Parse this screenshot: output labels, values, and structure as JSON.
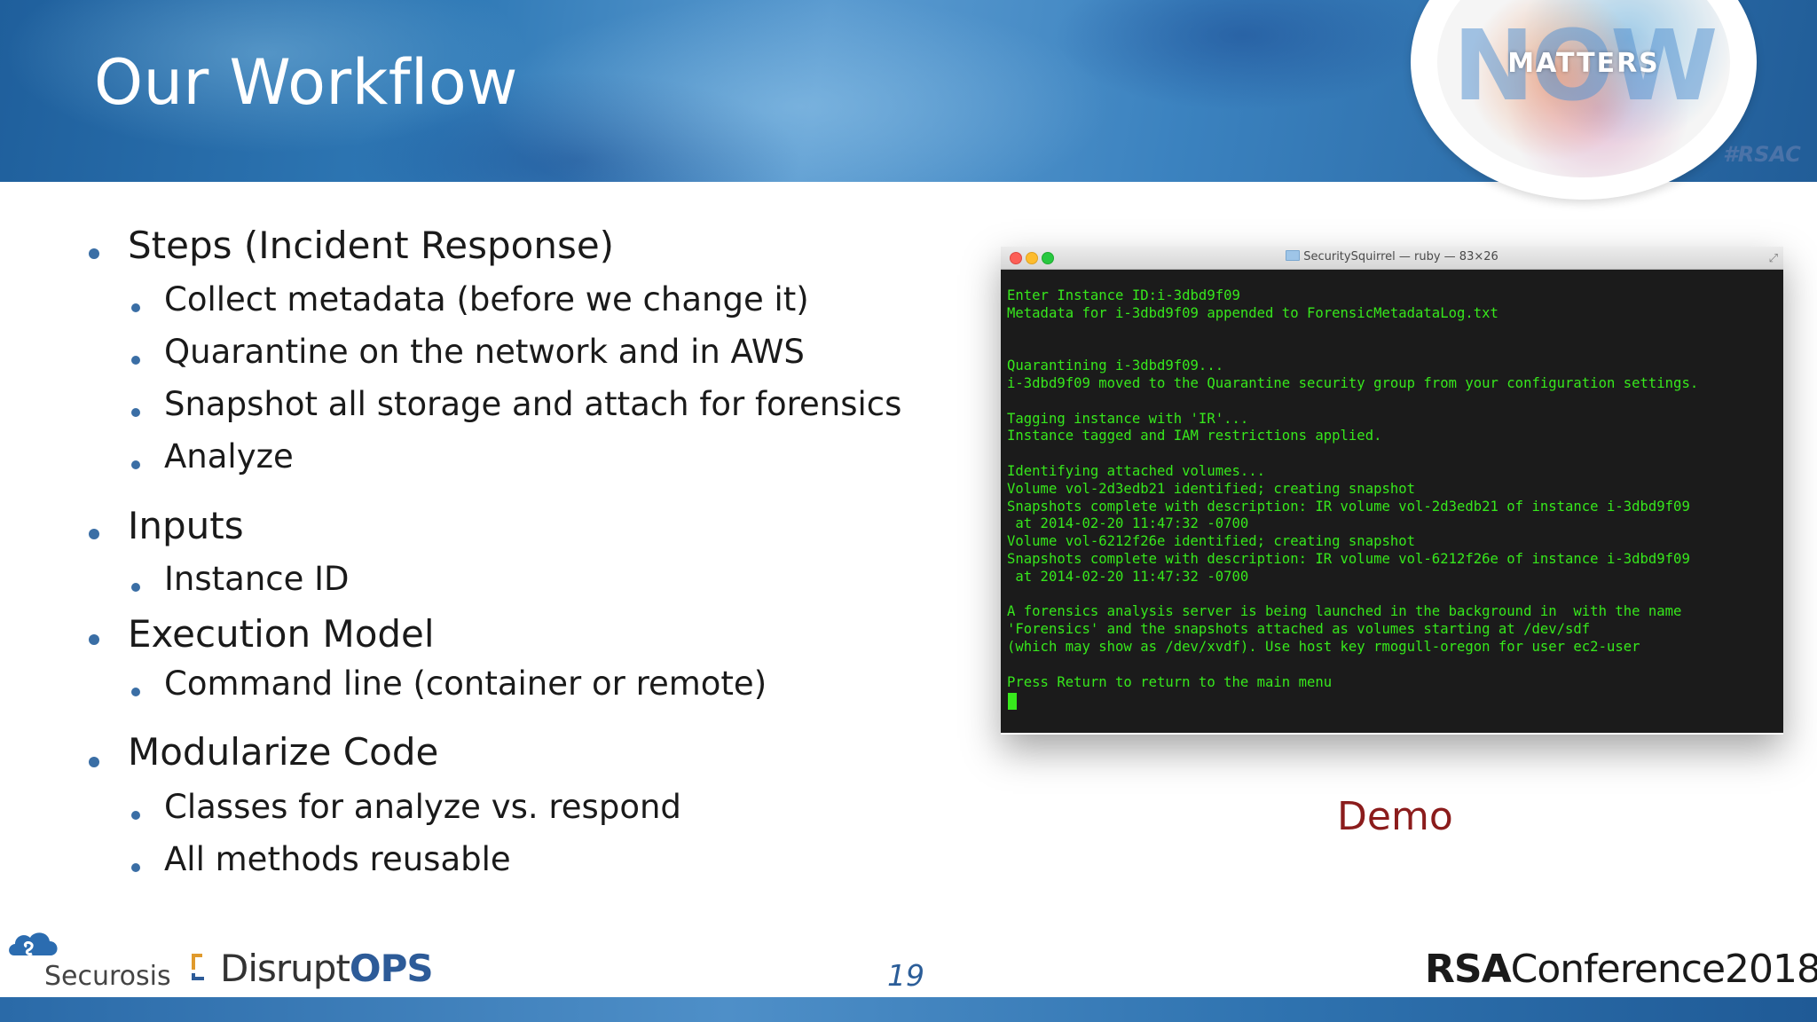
{
  "slide": {
    "title": "Our Workflow"
  },
  "badge": {
    "now": "NOW",
    "matters": "MATTERS",
    "hashtag": "#RSAC"
  },
  "bullets": {
    "steps": "Steps (Incident Response)",
    "steps_items": [
      "Collect metadata (before we change it)",
      "Quarantine on the network and in AWS",
      "Snapshot all storage and attach for forensics",
      "Analyze"
    ],
    "inputs": "Inputs",
    "inputs_items": [
      "Instance ID"
    ],
    "execution": "Execution Model",
    "execution_items": [
      "Command line (container or remote)"
    ],
    "modularize": "Modularize Code",
    "modularize_items": [
      "Classes for analyze vs. respond",
      "All methods reusable"
    ]
  },
  "terminal": {
    "title": "SecuritySquirrel — ruby — 83×26",
    "lines": [
      "Enter Instance ID:i-3dbd9f09",
      "Metadata for i-3dbd9f09 appended to ForensicMetadataLog.txt",
      "",
      "",
      "Quarantining i-3dbd9f09...",
      "i-3dbd9f09 moved to the Quarantine security group from your configuration settings.",
      "",
      "Tagging instance with 'IR'...",
      "Instance tagged and IAM restrictions applied.",
      "",
      "Identifying attached volumes...",
      "Volume vol-2d3edb21 identified; creating snapshot",
      "Snapshots complete with description: IR volume vol-2d3edb21 of instance i-3dbd9f09",
      " at 2014-02-20 11:47:32 -0700",
      "Volume vol-6212f26e identified; creating snapshot",
      "Snapshots complete with description: IR volume vol-6212f26e of instance i-3dbd9f09",
      " at 2014-02-20 11:47:32 -0700",
      "",
      "A forensics analysis server is being launched in the background in  with the name",
      "'Forensics' and the snapshots attached as volumes starting at /dev/sdf",
      "(which may show as /dev/xvdf). Use host key rmogull-oregon for user ec2-user",
      "",
      "Press Return to return to the main menu"
    ]
  },
  "demo_label": "Demo",
  "footer": {
    "securosis": "Securosis",
    "disrupt_a": "Disrupt",
    "disrupt_b": "OPS",
    "page_number": "19",
    "rsa_a": "RSA",
    "rsa_b": "Conference2018"
  },
  "colors": {
    "bullet": "#3a6ea5",
    "terminal_text": "#37e81c",
    "demo": "#8b1c1c"
  }
}
